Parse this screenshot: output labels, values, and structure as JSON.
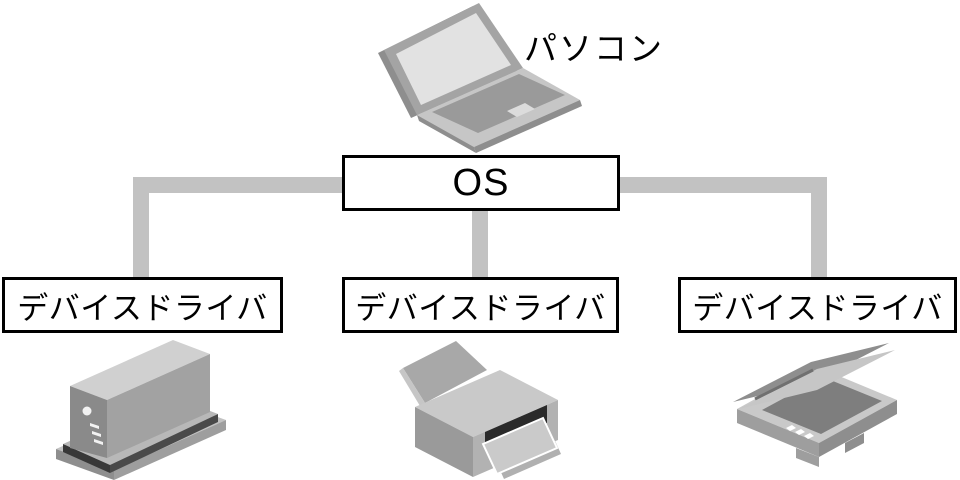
{
  "diagram": {
    "pc": {
      "label": "パソコン",
      "icon": "laptop-icon"
    },
    "os": {
      "label": "OS"
    },
    "drivers": [
      {
        "label": "デバイスドライバ",
        "device_icon": "desktop-tower-icon"
      },
      {
        "label": "デバイスドライバ",
        "device_icon": "printer-icon"
      },
      {
        "label": "デバイスドライバ",
        "device_icon": "scanner-icon"
      }
    ],
    "colors": {
      "connector": "#c2c2c2",
      "box_border": "#000000",
      "box_fill": "#ffffff",
      "background": "#ffffff",
      "device_gray_light": "#d0d0d0",
      "device_gray_mid": "#a2a2a2",
      "device_gray_dark": "#8a8a8a"
    }
  }
}
